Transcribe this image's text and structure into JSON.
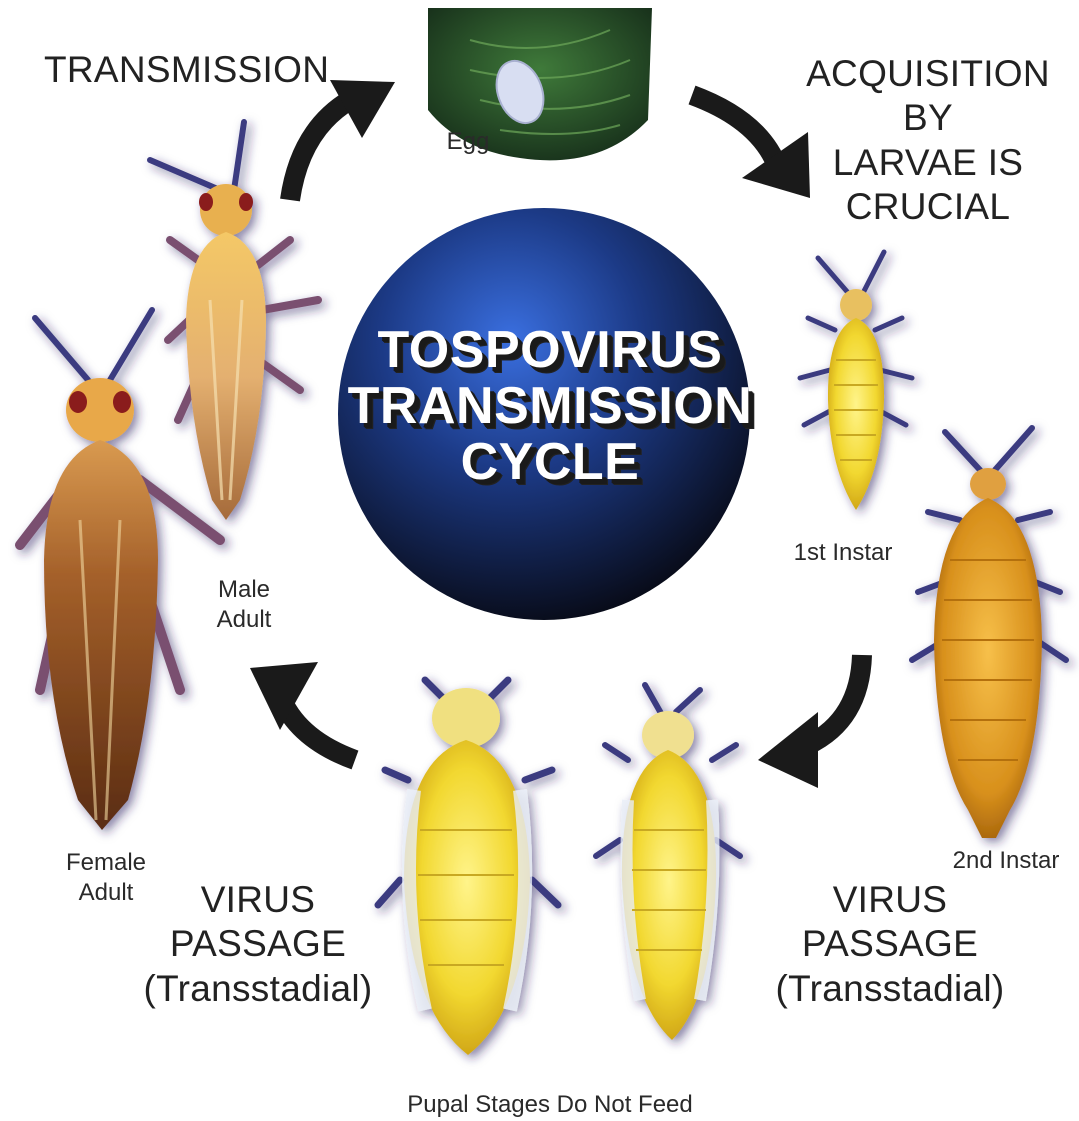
{
  "center": {
    "lines": [
      "TOSPOVIRUS",
      "TRANSMISSION",
      "CYCLE"
    ]
  },
  "stages": {
    "egg": "Egg",
    "first_instar": "1st Instar",
    "second_instar": "2nd Instar",
    "male_adult": [
      "Male",
      "Adult"
    ],
    "female_adult": [
      "Female",
      "Adult"
    ],
    "pupal": "Pupal Stages Do Not Feed"
  },
  "annotations": {
    "transmission": "TRANSMISSION",
    "acquisition": [
      "ACQUISITION BY",
      "LARVAE IS",
      "CRUCIAL"
    ],
    "virus_passage_left": [
      "VIRUS",
      "PASSAGE",
      "(Transstadial)"
    ],
    "virus_passage_right": [
      "VIRUS",
      "PASSAGE",
      "(Transstadial)"
    ]
  },
  "colors": {
    "sphere_light": "#2f5fd0",
    "sphere_dark": "#0b1022",
    "arrow": "#1a1a1a",
    "larva_yellow": "#f2dc3c",
    "adult_brown": "#8a4a22"
  }
}
